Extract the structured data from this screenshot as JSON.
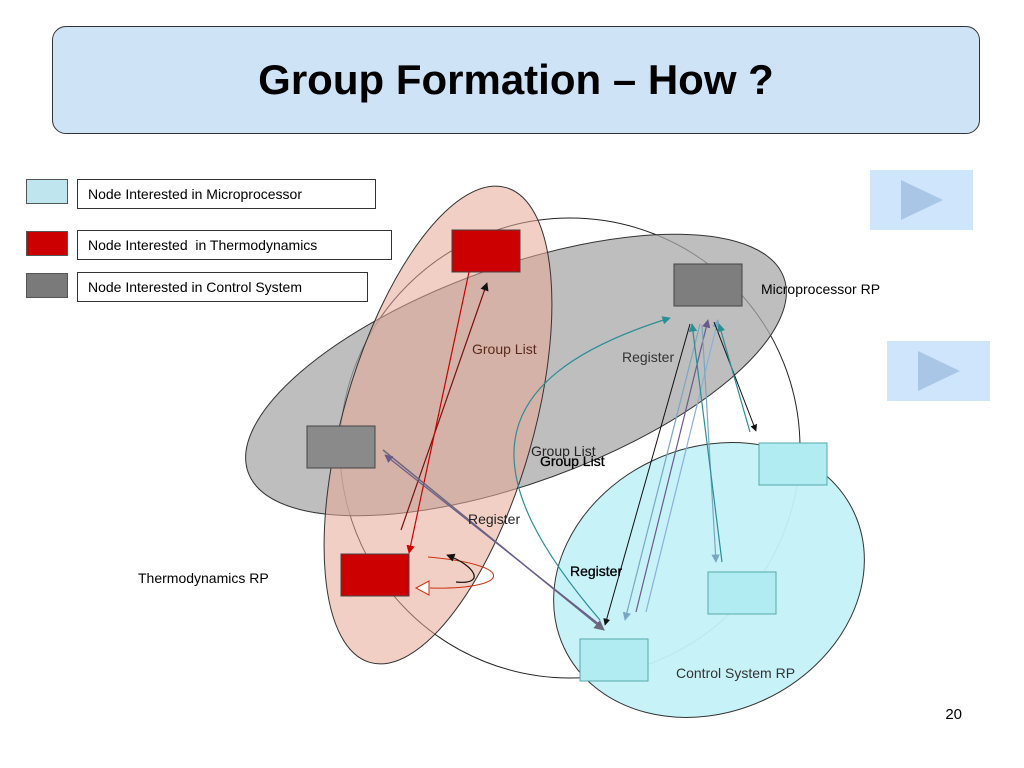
{
  "slide": {
    "title": "Group Formation – How ?",
    "page_number": "20"
  },
  "legend": [
    {
      "label": "Node Interested in Microprocessor",
      "color": "#bfe6ee"
    },
    {
      "label": "Node Interested  in Thermodynamics",
      "color": "#cc0000"
    },
    {
      "label": "Node Interested in Control System",
      "color": "#7a7a7a"
    }
  ],
  "nav": {
    "next_icon": "play-triangle-icon",
    "button_color": "#cfe5fb"
  },
  "diagram": {
    "rp_labels": {
      "microprocessor": "Microprocessor RP",
      "thermodynamics": "Thermodynamics RP",
      "control_system": "Control System RP"
    },
    "message_labels": {
      "group_list_1": "Group List",
      "group_list_2": "Group List",
      "group_list_3": "Group List",
      "register_1": "Register",
      "register_2": "Register",
      "register_3": "Register"
    },
    "colors": {
      "thermo_ellipse": "#efc1b3",
      "control_ellipse": "#a8a8a8",
      "micro_ellipse": "#c4f1f8",
      "red_node": "#cc0000",
      "gray_node": "#808080",
      "cyan_node": "#b0ecf2"
    }
  }
}
